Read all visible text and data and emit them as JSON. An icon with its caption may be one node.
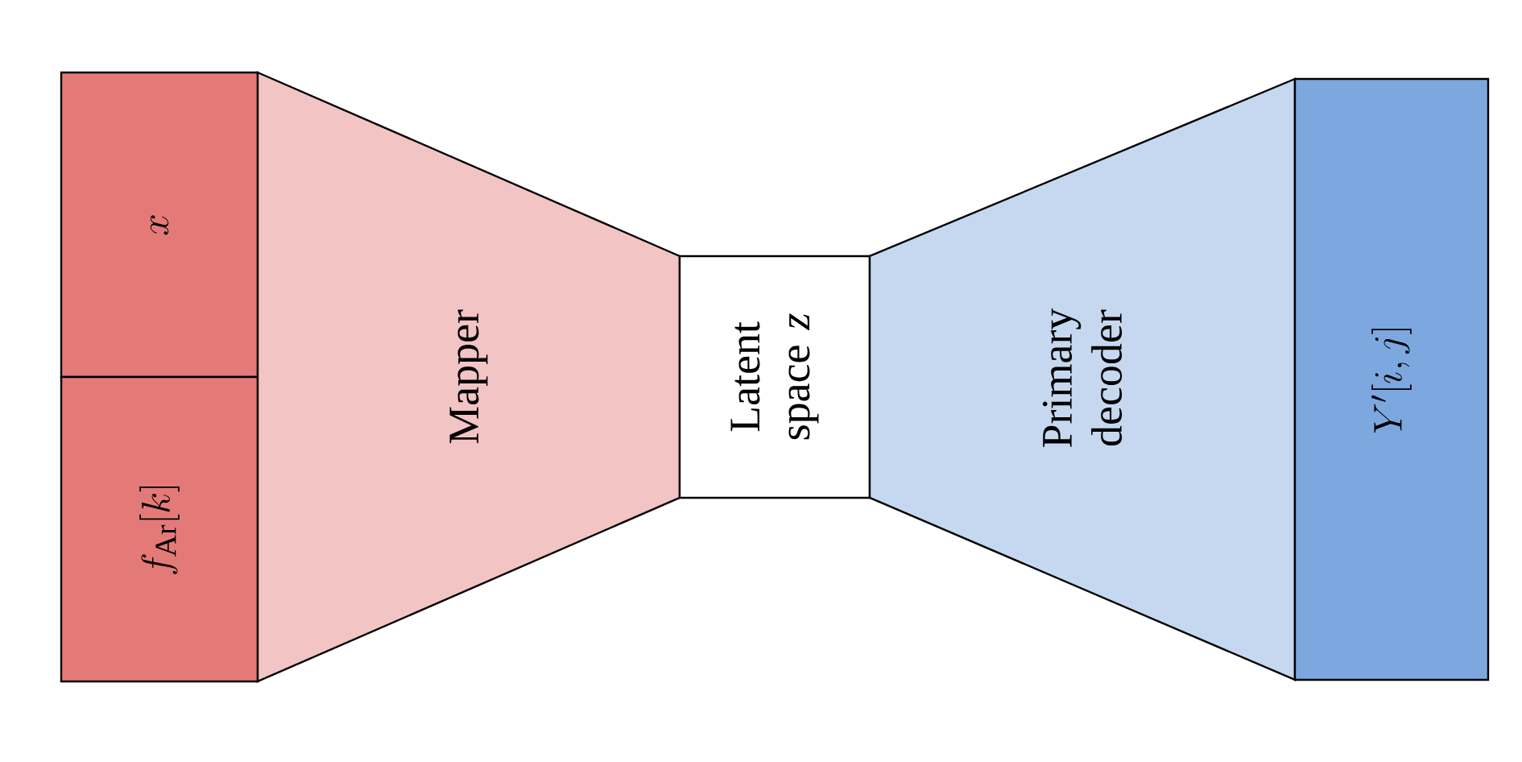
{
  "diagram": {
    "nodes": [
      {
        "text": [
          "x"
        ]
      },
      {
        "text": [
          "f_{\\mathrm{Ar}}[k]"
        ]
      },
      {
        "text": [
          "Mapper"
        ]
      },
      {
        "text": [
          "Latent space *z*"
        ]
      },
      {
        "text": [
          "Primary decoder"
        ]
      },
      {
        "text": [
          "Y'[i,j]"
        ]
      }
    ]
  }
}
